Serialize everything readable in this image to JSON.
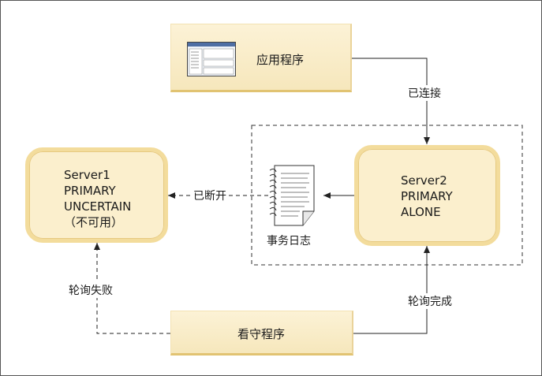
{
  "app_box": {
    "label": "应用程序"
  },
  "monitor_box": {
    "label": "看守程序"
  },
  "server1": {
    "line1": "Server1",
    "line2": "PRIMARY",
    "line3": "UNCERTAIN",
    "line4": "（不可用）"
  },
  "server2": {
    "line1": "Server2",
    "line2": "PRIMARY",
    "line3": "ALONE"
  },
  "log": {
    "label": "事务日志"
  },
  "edges": {
    "connected": "已连接",
    "disconnected": "已断开",
    "poll_failed": "轮询失败",
    "poll_done": "轮询完成"
  }
}
